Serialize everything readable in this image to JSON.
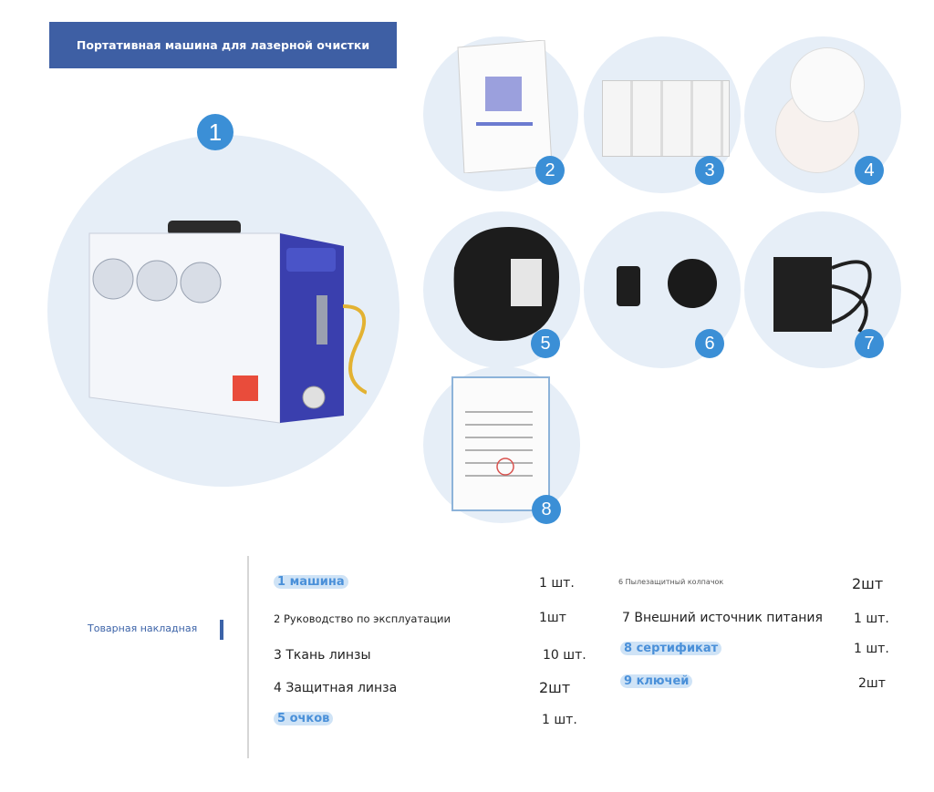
{
  "banner": {
    "title": "Портативная машина для лазерной очистки"
  },
  "badges": [
    "1",
    "2",
    "3",
    "4",
    "5",
    "6",
    "7",
    "8"
  ],
  "packing_list": {
    "label": "Товарная накладная",
    "left": [
      {
        "name": "1 машина",
        "qty": "1 шт."
      },
      {
        "name": "2 Руководство по эксплуатации",
        "qty": "1шт"
      },
      {
        "name": "3 Ткань линзы",
        "qty": "10 шт."
      },
      {
        "name": "4 Защитная линза",
        "qty": "2шт"
      },
      {
        "name": "5 очков",
        "qty": "1 шт."
      }
    ],
    "right": [
      {
        "name": "6 Пылезащитный колпачок",
        "qty": "2шт"
      },
      {
        "name": "7 Внешний источник питания",
        "qty": "1 шт."
      },
      {
        "name": "8 сертификат",
        "qty": "1 шт."
      },
      {
        "name": "9 ключей",
        "qty": "2шт"
      }
    ]
  },
  "colors": {
    "banner": "#3e5fa4",
    "badge": "#3b8fd6",
    "circle": "#e6eef7"
  }
}
